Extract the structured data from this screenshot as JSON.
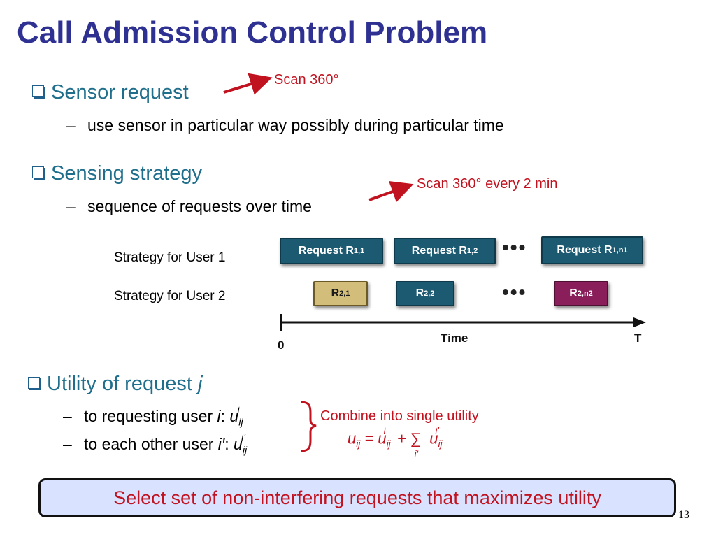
{
  "slide": {
    "title": "Call Admission Control Problem",
    "page_number": "13"
  },
  "sections": {
    "sensor_request": {
      "heading": "Sensor request",
      "sub": "use sensor in particular way possibly during particular time",
      "note": "Scan 360°"
    },
    "sensing_strategy": {
      "heading": "Sensing strategy",
      "sub": "sequence of requests over time",
      "note": "Scan 360° every 2 min"
    },
    "utility": {
      "heading": "Utility of request",
      "heading_var": "j",
      "sub1_text": "to requesting user ",
      "sub1_var": "i",
      "sub2_text": "to each other user ",
      "sub2_var": "i′",
      "combine_note": "Combine into single utility"
    }
  },
  "diagram": {
    "user1_label": "Strategy for User 1",
    "user2_label": "Strategy for User 2",
    "user1_requests": [
      {
        "text": "Request R",
        "sub": "1,1"
      },
      {
        "text": "Request R",
        "sub": "1,2"
      },
      {
        "text": "Request R",
        "sub": "1,n1"
      }
    ],
    "user2_requests": [
      {
        "text": "R",
        "sub": "2,1",
        "color": "#d2bd7a"
      },
      {
        "text": "R",
        "sub": "2,2",
        "color": "#1c5a72"
      },
      {
        "text": "R",
        "sub": "2,n2",
        "color": "#8a1e5a"
      }
    ],
    "ellipsis": "•••",
    "axis_start": "0",
    "axis_label": "Time",
    "axis_end": "T"
  },
  "callout": "Select set of non-interfering requests that maximizes utility",
  "colors": {
    "title": "#2e3192",
    "bullet": "#1f6e8c",
    "note": "#c1121f",
    "callout_bg": "#d9e2ff"
  }
}
